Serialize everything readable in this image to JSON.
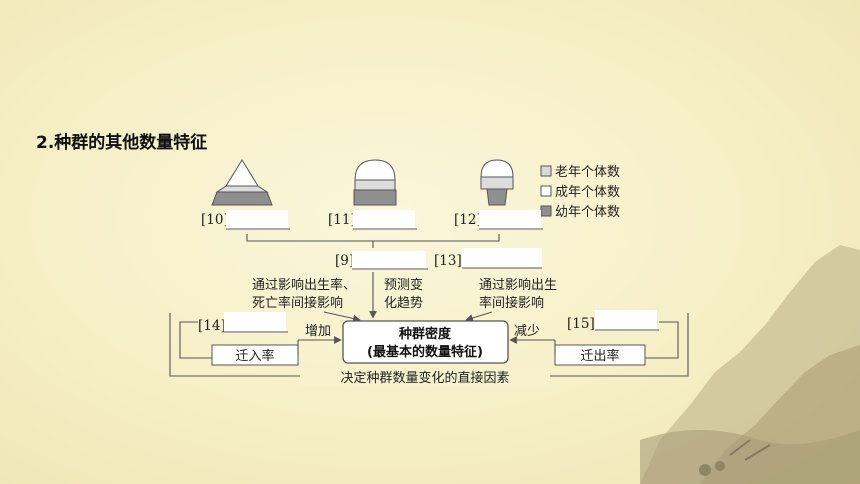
{
  "title": "2.种群的其他数量特征",
  "legend": {
    "old": "老年个体数",
    "adult": "成年个体数",
    "young": "幼年个体数"
  },
  "labels": {
    "b10": "[10]",
    "b11": "[11]",
    "b12": "[12]",
    "b9": "[9]",
    "b13": "[13]",
    "b14": "[14]",
    "b15": "[15]"
  },
  "notes": {
    "left_line1": "通过影响出生率、",
    "left_line2": "死亡率间接影响",
    "mid_line1": "预测变",
    "mid_line2": "化趋势",
    "right_line1": "通过影响出生",
    "right_line2": "率间接影响"
  },
  "center": {
    "line1": "种群密度",
    "line2": "(最基本的数量特征)"
  },
  "increase": "增加",
  "decrease": "减少",
  "immigration": "迁入率",
  "emigration": "迁出率",
  "bottom": "决定种群数量变化的直接因素",
  "colors": {
    "dark": "#8f8f8f",
    "light": "#d9d9d9",
    "white": "#ffffff",
    "line": "#555555"
  }
}
